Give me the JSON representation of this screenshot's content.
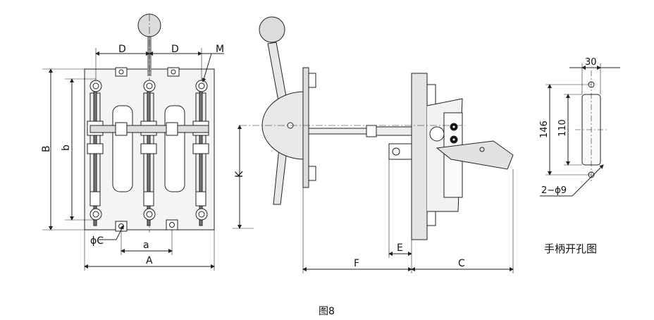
{
  "figure": {
    "caption": "图8",
    "note": "手柄开孔图"
  },
  "labels": {
    "D_left": "D",
    "D_right": "D",
    "M": "M",
    "B": "B",
    "b": "b",
    "phiC": "ϕC",
    "a": "a",
    "A": "A",
    "K": "K",
    "E": "E",
    "F": "F",
    "C": "C",
    "dim30": "30",
    "dim146": "146",
    "dim110": "110",
    "holes": "2−ϕ9"
  },
  "colors": {
    "line": "#222222",
    "fill": "#e6e6e6",
    "dark": "#111111"
  }
}
